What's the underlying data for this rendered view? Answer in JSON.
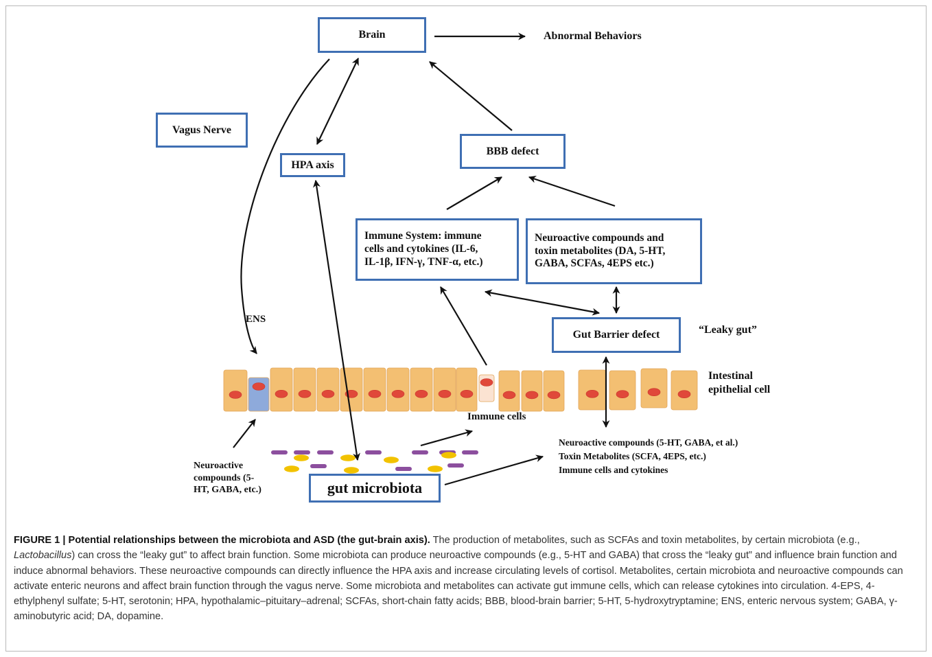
{
  "diagram": {
    "boxes": {
      "brain": "Brain",
      "vagus_nerve": "Vagus Nerve",
      "hpa_axis": "HPA axis",
      "bbb_defect": "BBB defect",
      "immune_system": "Immune System: immune\ncells and cytokines (IL-6,\nIL-1β, IFN-γ, TNF-α, etc.)",
      "neuroactive_toxin": "Neuroactive compounds and\ntoxin metabolites (DA, 5-HT,\nGABA, SCFAs, 4EPS  etc.)",
      "gut_barrier_defect": "Gut Barrier defect",
      "gut_microbiota": "gut microbiota"
    },
    "labels": {
      "abnormal_behaviors": "Abnormal Behaviors",
      "ens": "ENS",
      "leaky_gut": "“Leaky gut”",
      "intestinal_epithelial_cell": "Intestinal\nepithelial cell",
      "immune_cells": "Immune cells",
      "neuroactive_left": "Neuroactive\ncompounds (5-\nHT, GABA, etc.)",
      "neuroactive_right_1": "Neuroactive compounds (5-HT, GABA, et al.)",
      "neuroactive_right_2": "Toxin Metabolites (SCFA, 4EPS, etc.)",
      "neuroactive_right_3": "Immune cells and cytokines"
    },
    "colors": {
      "box_border": "#3f6fb3",
      "epithelial_cell": "#f3bf72",
      "nucleus": "#e0483a",
      "ens_cell": "#8eaadb",
      "immune_cell": "#fbe3d2",
      "bacteria_purple": "#8c4f9e",
      "bacteria_yellow": "#f2c200"
    }
  },
  "caption": {
    "title": "FIGURE 1 | Potential relationships between the microbiota and ASD (the gut-brain axis).",
    "text_1": " The production of metabolites, such as SCFAs and toxin metabolites, by certain microbiota (e.g., ",
    "italic": "Lactobacillus",
    "text_2": ") can cross the “leaky gut” to affect brain function. Some microbiota can produce neuroactive compounds (e.g., 5-HT and GABA) that cross the “leaky gut” and influence brain function and induce abnormal behaviors. These neuroactive compounds can directly influence the HPA axis and increase circulating levels of cortisol. Metabolites, certain microbiota and neuroactive compounds can activate enteric neurons and affect brain function through the vagus nerve. Some microbiota and metabolites can activate gut immune cells, which can release cytokines into circulation. 4-EPS, 4-ethylphenyl sulfate; 5-HT, serotonin; HPA, hypothalamic–pituitary–adrenal; SCFAs, short-chain fatty acids; BBB, blood-brain barrier; 5-HT, 5-hydroxytryptamine; ENS, enteric nervous system; GABA, γ-aminobutyric acid; DA, dopamine."
  }
}
